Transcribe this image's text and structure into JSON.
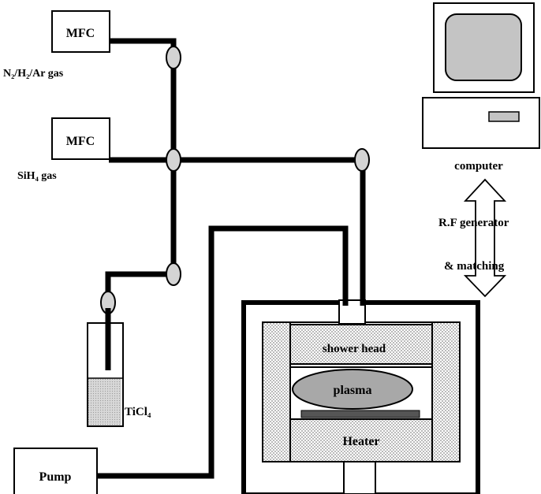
{
  "labels": {
    "mfc_top": "MFC",
    "gas_top": "N₂/H₂/Ar gas",
    "mfc_mid": "MFC",
    "gas_mid": "SiH₄ gas",
    "tank": "TiCl₄",
    "pump": "Pump",
    "computer": "computer",
    "rf_line1": "R.F generator",
    "rf_line2": "& matching",
    "shower_head": "shower head",
    "plasma": "plasma",
    "heater": "Heater"
  },
  "colors": {
    "line": "#000000",
    "valve_fill": "#d4d4d4",
    "hatch": "#b8b8b8",
    "tank_liquid": "#cccccc",
    "plasma_fill": "#a8a8a8",
    "screen_fill": "#c4c4c4",
    "wafer": "#555555"
  }
}
